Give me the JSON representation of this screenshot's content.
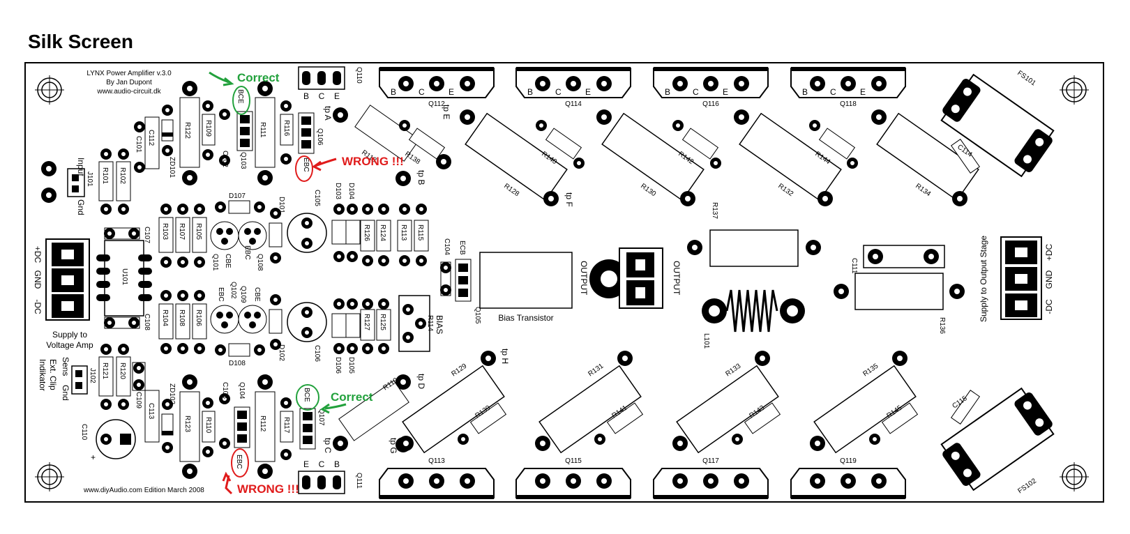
{
  "page": {
    "heading": "Silk Screen"
  },
  "board": {
    "title_lines": [
      "LYNX Power Amplifier v.3.0",
      "By Jan Dupont",
      "www.audio-circuit.dk"
    ],
    "edition": "www.diyAudio.com Edition March 2008",
    "supply_left": [
      "Supply to",
      "Voltage Amp"
    ],
    "supply_right": "Supply to Output Stage",
    "rails_left": [
      "+DC",
      "GND",
      "-DC"
    ],
    "rails_right": [
      "-DC",
      "GND",
      "+DC"
    ],
    "input_labels": [
      "Input",
      "Gnd"
    ],
    "clip_labels": [
      "Sens",
      "Gnd",
      "Ext. Clip",
      "Indikator"
    ],
    "bias_transistor": "Bias Transistor",
    "output": "OUTPUT",
    "bias": "BIAS",
    "pin_bce": [
      "B",
      "C",
      "E"
    ],
    "pin_codes": {
      "ebc": "EBC",
      "bce": "BCE",
      "cbe": "CBE",
      "ecb": "ECB"
    },
    "test_points": [
      "tp A",
      "tp B",
      "tp C",
      "tp D",
      "tp E",
      "tp F",
      "tp G",
      "tp H"
    ],
    "transistors_top": [
      "Q112",
      "Q114",
      "Q116",
      "Q118"
    ],
    "transistors_bottom": [
      "Q113",
      "Q115",
      "Q117",
      "Q119"
    ],
    "power_resistors_top": [
      "R128",
      "R130",
      "R132",
      "R134"
    ],
    "power_resistors_bottom": [
      "R129",
      "R131",
      "R133",
      "R135"
    ],
    "emitter_resistors_top": [
      "R138",
      "R140",
      "R142",
      "R144"
    ],
    "emitter_resistors_bottom": [
      "R139",
      "R141",
      "R143",
      "R145"
    ],
    "fuses": [
      "FS101",
      "FS102"
    ],
    "misc": {
      "q110_top": "Q110",
      "q111": "Q111",
      "r137": "R137",
      "r136": "R136",
      "c111": "C111",
      "c114": "C114",
      "c115": "C115",
      "l101": "L101",
      "q105": "Q105",
      "r114": "R114",
      "c104": "C104",
      "u101": "U101",
      "j101": "J101",
      "j102": "J102",
      "c110": "C110",
      "r122": "R122",
      "r123": "R123",
      "r111": "R111",
      "r112": "R112",
      "r116": "R116",
      "r117": "R117",
      "r109": "R109",
      "r110": "R110",
      "q103": "Q103",
      "q104": "Q104",
      "q106": "Q106",
      "q107": "Q107",
      "c112": "C112",
      "c113": "C113",
      "c101": "C101",
      "c109": "C109",
      "c102": "C102",
      "c103": "C103",
      "zd101": "ZD101",
      "zd102": "ZD102",
      "r101": "R101",
      "r102": "R102",
      "r120": "R120",
      "r121": "R121",
      "r103": "R103",
      "r107": "R107",
      "r105": "R105",
      "r104": "R104",
      "r108": "R108",
      "r106": "R106",
      "c107": "C107",
      "c108": "C108",
      "d107": "D107",
      "d108": "D108",
      "d101": "D101",
      "d102": "D102",
      "q101": "Q101",
      "q102": "Q102",
      "q108": "Q108",
      "q109": "Q109",
      "c105": "C105",
      "c106": "C106",
      "d103": "D103",
      "d104": "D104",
      "d105": "D105",
      "d106": "D106",
      "r126": "R126",
      "r124": "R124",
      "r127": "R127",
      "r125": "R125",
      "r113": "R113",
      "r115": "R115",
      "r118": "R118",
      "r119": "R119",
      "q116b": "Q116"
    }
  },
  "annotations": {
    "correct_label": "Correct",
    "wrong_label": "WRONG !!!",
    "correct_color": "#22a13c",
    "wrong_color": "#e01b1b"
  }
}
